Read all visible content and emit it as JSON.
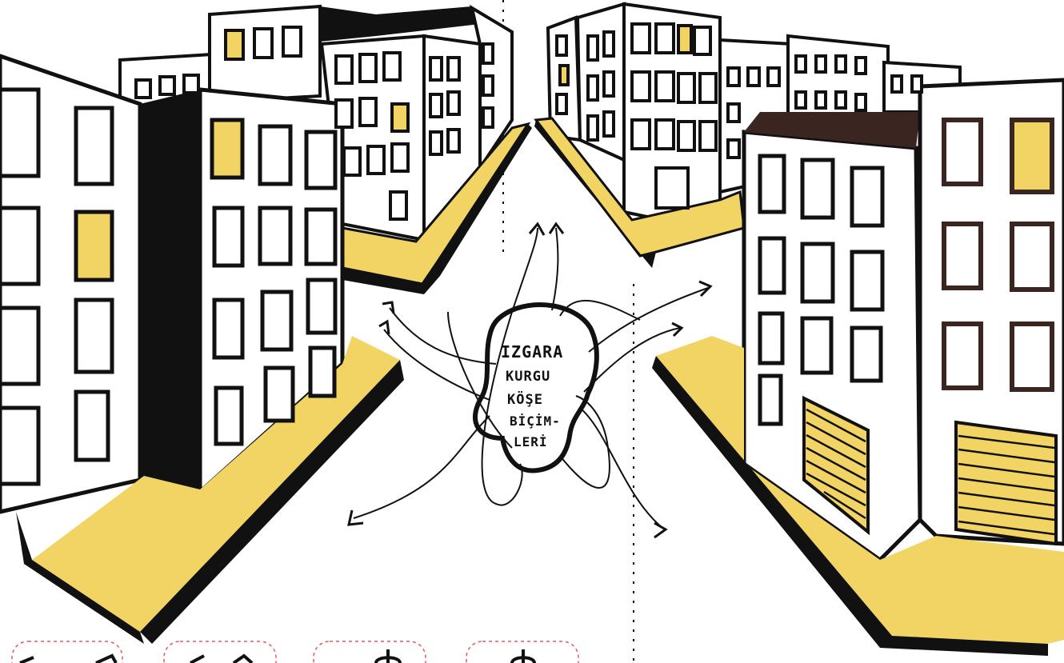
{
  "bubble": {
    "lines": [
      "IZGARA",
      "KURGU",
      "KÖŞE",
      "BİÇİM-",
      "LERİ"
    ]
  },
  "colors": {
    "ink": "#111111",
    "yellow": "#f2d465",
    "dark_brown": "#3a2520",
    "paper": "#ffffff",
    "frame_red": "#e05a5a"
  },
  "icons": [
    "arrow-head-icon",
    "bottom-symbol-icon"
  ]
}
